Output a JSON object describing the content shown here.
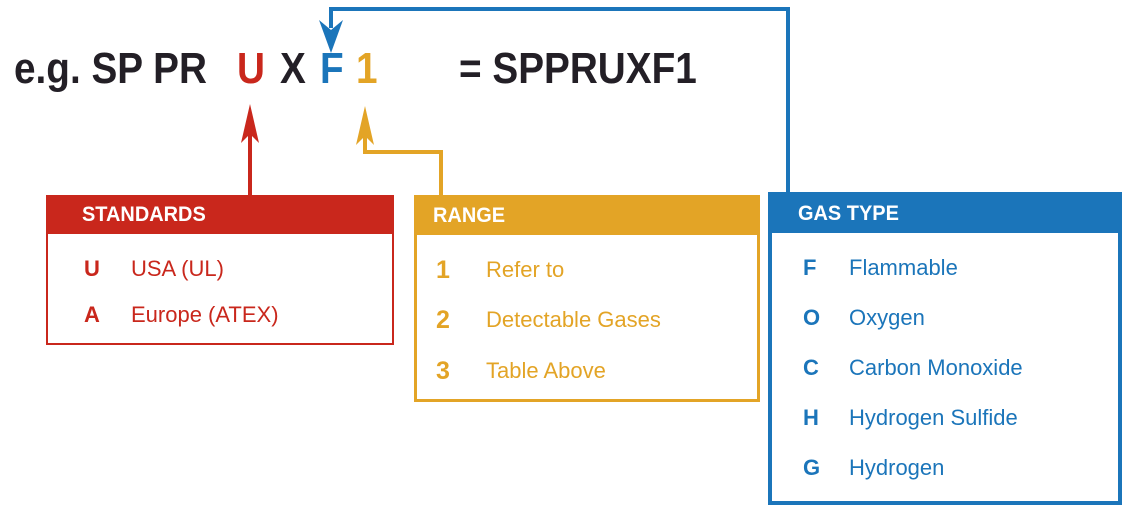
{
  "colors": {
    "red": "#C9271C",
    "gold": "#E3A426",
    "blue": "#1B75BA",
    "ink": "#231F26"
  },
  "example": {
    "prefix": "e.g. SP PR",
    "segments": [
      {
        "text": "U",
        "color": "#C9271C"
      },
      {
        "text": "X",
        "color": "#231F26"
      },
      {
        "text": "F",
        "color": "#1B75BA"
      },
      {
        "text": "1",
        "color": "#E3A426"
      }
    ],
    "result": "= SPPRUXF1"
  },
  "standards": {
    "title": "STANDARDS",
    "rows": [
      {
        "code": "U",
        "label": "USA (UL)"
      },
      {
        "code": "A",
        "label": "Europe (ATEX)"
      }
    ]
  },
  "range": {
    "title": "RANGE",
    "rows": [
      {
        "code": "1",
        "label": "Refer to"
      },
      {
        "code": "2",
        "label": "Detectable Gases"
      },
      {
        "code": "3",
        "label": "Table Above"
      }
    ]
  },
  "gas_type": {
    "title": "GAS TYPE",
    "rows": [
      {
        "code": "F",
        "label": "Flammable"
      },
      {
        "code": "O",
        "label": "Oxygen"
      },
      {
        "code": "C",
        "label": "Carbon Monoxide"
      },
      {
        "code": "H",
        "label": "Hydrogen Sulfide"
      },
      {
        "code": "G",
        "label": "Hydrogen"
      }
    ]
  }
}
